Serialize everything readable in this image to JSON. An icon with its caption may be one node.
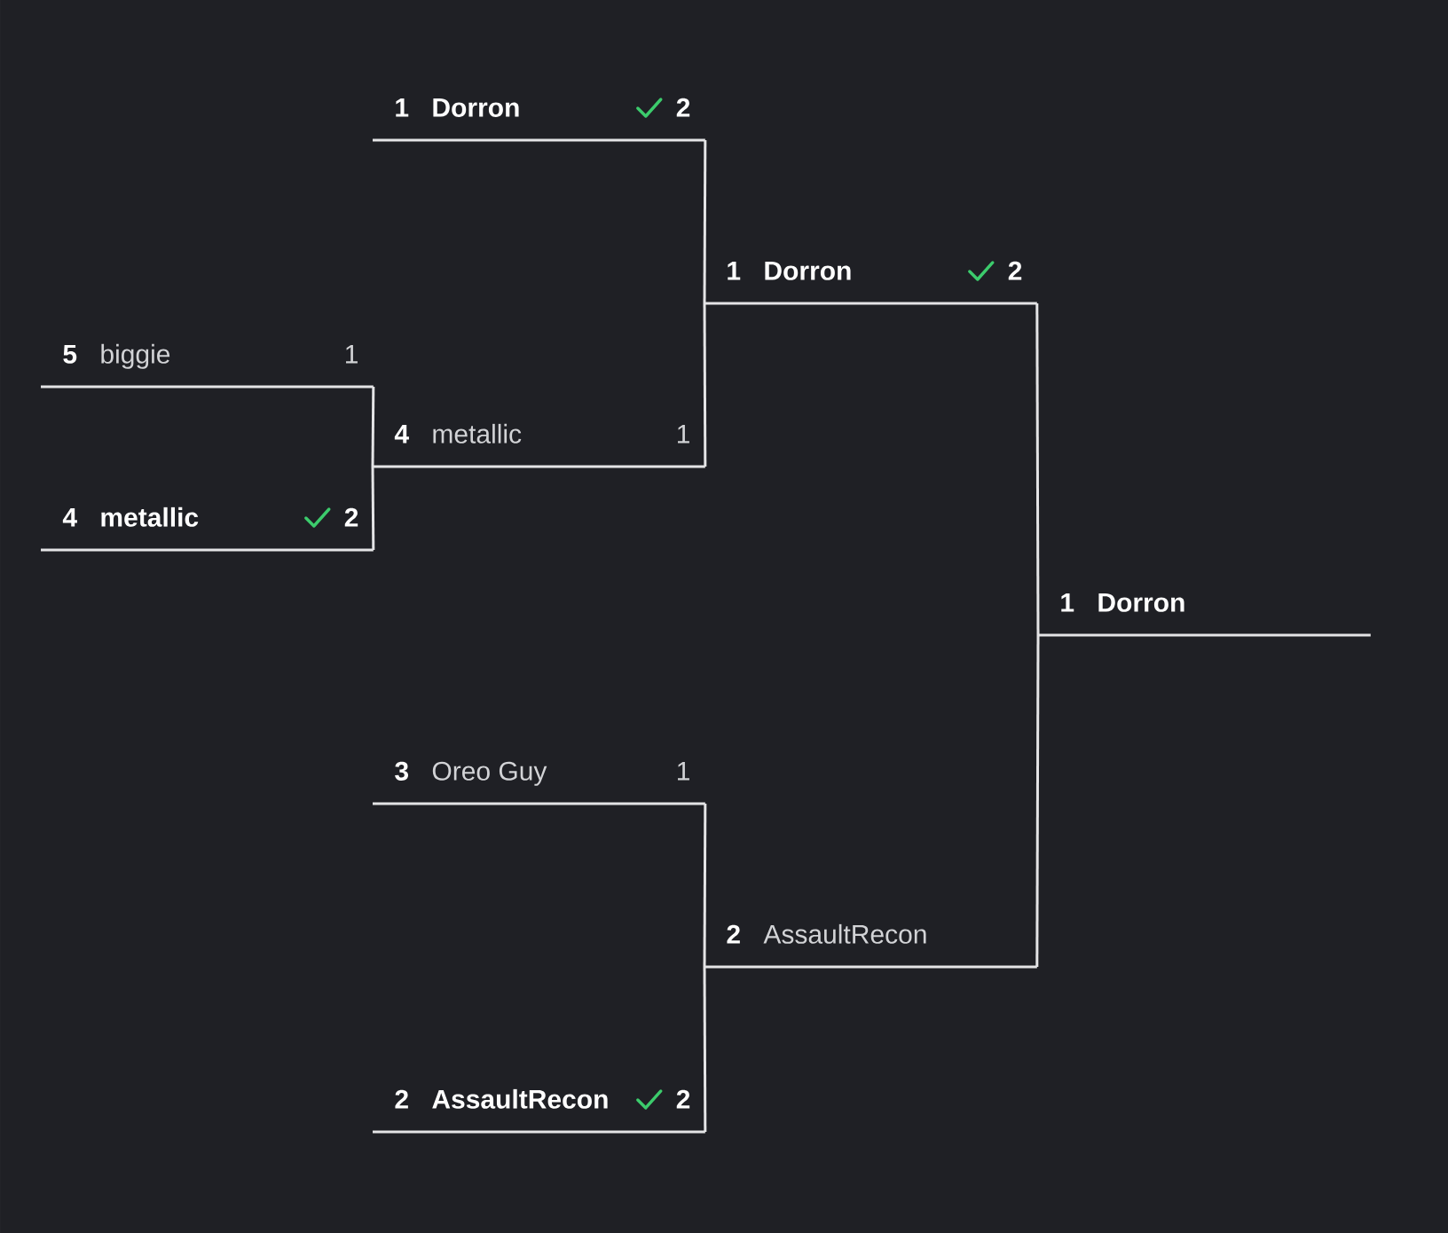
{
  "diagram": {
    "nodes": [
      {
        "text": [
          "1",
          "Dorron",
          "2"
        ]
      },
      {
        "text": [
          "1",
          "Dorron",
          "2"
        ]
      },
      {
        "text": [
          "5",
          "biggie",
          "1"
        ]
      },
      {
        "text": [
          "4",
          "metallic",
          "1"
        ]
      },
      {
        "text": [
          "4",
          "metallic",
          "2"
        ]
      },
      {
        "text": [
          "1",
          "Dorron"
        ]
      },
      {
        "text": [
          "3",
          "Oreo Guy",
          "1"
        ]
      },
      {
        "text": [
          "2",
          "AssaultRecon"
        ]
      },
      {
        "text": [
          "2",
          "AssaultRecon",
          "2"
        ]
      }
    ],
    "edges": [
      {
        "from": 0,
        "to": 1,
        "arrow": "none"
      },
      {
        "from": 3,
        "to": 1,
        "arrow": "none"
      },
      {
        "from": 2,
        "to": 3,
        "arrow": "none"
      },
      {
        "from": 4,
        "to": 3,
        "arrow": "none"
      },
      {
        "from": 1,
        "to": 5,
        "arrow": "none"
      },
      {
        "from": 7,
        "to": 5,
        "arrow": "none"
      },
      {
        "from": 6,
        "to": 7,
        "arrow": "none"
      },
      {
        "from": 8,
        "to": 7,
        "arrow": "none"
      }
    ]
  }
}
